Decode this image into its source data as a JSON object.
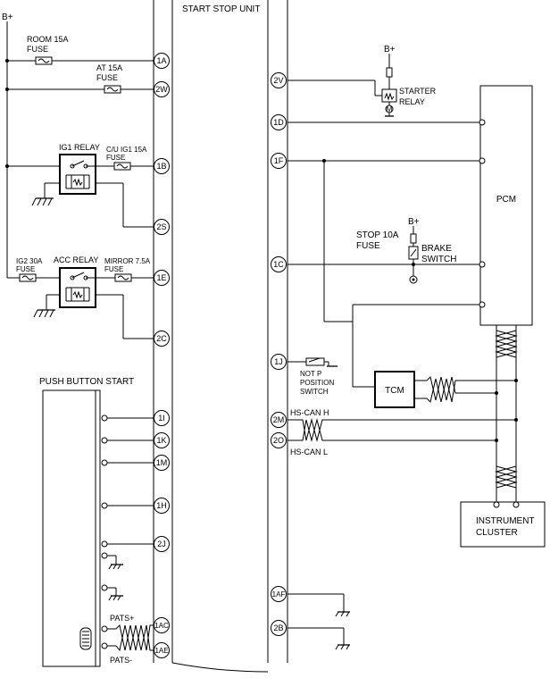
{
  "unit_title": "START STOP UNIT",
  "supply": {
    "b_plus": "B+"
  },
  "fuses": {
    "room": [
      "ROOM 15A",
      "FUSE"
    ],
    "at": [
      "AT 15A",
      "FUSE"
    ],
    "cu_ig1": [
      "C/U IG1 15A",
      "FUSE"
    ],
    "ig2": [
      "IG2 30A",
      "FUSE"
    ],
    "mirror": [
      "MIRROR 7.5A",
      "FUSE"
    ],
    "stop": [
      "STOP 10A",
      "FUSE"
    ]
  },
  "relays": {
    "ig1": "IG1 RELAY",
    "acc": "ACC RELAY"
  },
  "components": {
    "starter_relay": [
      "STARTER",
      "RELAY"
    ],
    "brake_switch": [
      "BRAKE",
      "SWITCH"
    ],
    "pcm": "PCM",
    "tcm": "TCM",
    "not_p": [
      "NOT P",
      "POSITION",
      "SWITCH"
    ],
    "push_button_start": "PUSH BUTTON START",
    "instrument_cluster": [
      "INSTRUMENT",
      "CLUSTER"
    ]
  },
  "signals": {
    "hs_can_h": "HS-CAN H",
    "hs_can_l": "HS-CAN L",
    "pats_plus": "PATS+",
    "pats_minus": "PATS-"
  },
  "pins_left": [
    "1A",
    "2W",
    "1B",
    "2S",
    "1E",
    "2C",
    "1I",
    "1K",
    "1M",
    "1H",
    "2J",
    "1AC",
    "1AE"
  ],
  "pins_right": [
    "2V",
    "1D",
    "1F",
    "1C",
    "1J",
    "2M",
    "2O",
    "1AF",
    "2B"
  ],
  "symbols": {
    "motor": "M"
  }
}
